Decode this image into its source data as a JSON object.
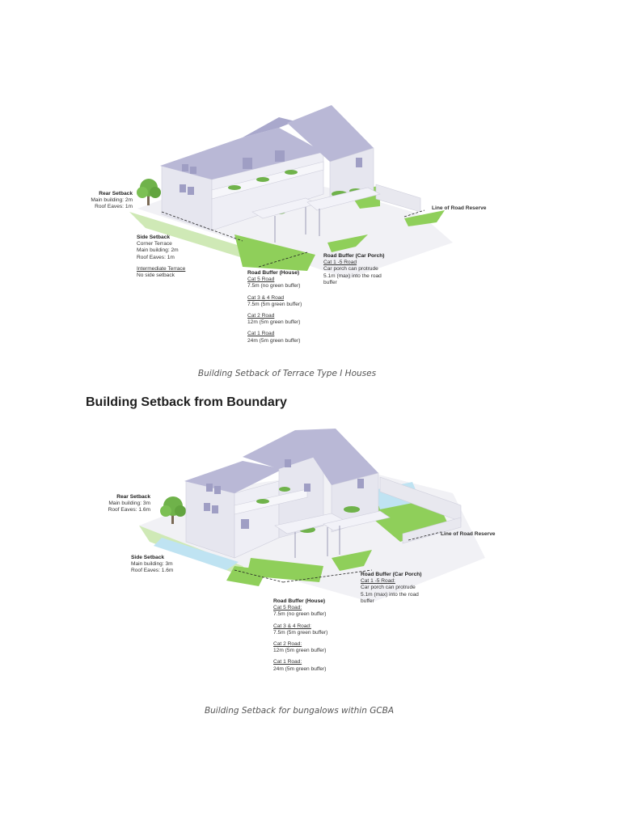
{
  "figure1": {
    "caption": "Building Setback of Terrace Type I Houses",
    "rear_setback": {
      "title": "Rear Setback",
      "main_building": "Main building:  2m",
      "roof_eaves": "Roof Eaves:  1m"
    },
    "side_setback": {
      "title": "Side Setback",
      "corner_terrace": "Corner Terrace",
      "main_building": "Main building:  2m",
      "roof_eaves": "Roof Eaves:  1m",
      "intermediate_terrace": "Intermediate Terrace",
      "no_side_setback": "No side setback"
    },
    "road_buffer_house": {
      "title": "Road Buffer (House)",
      "cat5_label": "Cat 5 Road",
      "cat5_value": "7.5m (no green buffer)",
      "cat34_label": "Cat 3 & 4 Road",
      "cat34_value": "7.5m (5m green buffer)",
      "cat2_label": "Cat  2 Road",
      "cat2_value": "12m (5m green buffer)",
      "cat1_label": "Cat 1 Road",
      "cat1_value": "24m (5m green buffer)"
    },
    "road_buffer_porch": {
      "title": "Road Buffer (Car Porch)",
      "cat_label": "Cat 1 -5 Road",
      "line1": "Car porch can protrude",
      "line2": "5.1m (max) into the road",
      "line3": "buffer"
    },
    "line_of_road_reserve": "Line of Road Reserve"
  },
  "section_heading": "Building Setback from Boundary",
  "figure2": {
    "caption": "Building Setback for bungalows within GCBA",
    "rear_setback": {
      "title": "Rear Setback",
      "main_building": "Main building:  3m",
      "roof_eaves": "Roof Eaves:  1.6m"
    },
    "side_setback": {
      "title": "Side Setback",
      "main_building": "Main building:  3m",
      "roof_eaves": "Roof Eaves:  1.6m"
    },
    "road_buffer_house": {
      "title": "Road Buffer (House)",
      "cat5_label": "Cat 5 Road:",
      "cat5_value": "7.5m (no green buffer)",
      "cat34_label": "Cat 3 & 4 Road:",
      "cat34_value": "7.5m (5m green buffer)",
      "cat2_label": "Cat  2 Road:",
      "cat2_value": "12m (5m green buffer)",
      "cat1_label": "Cat 1 Road:",
      "cat1_value": "24m (5m green buffer)"
    },
    "road_buffer_porch": {
      "title": "Road Buffer (Car Porch)",
      "cat_label": "Cat 1 -5 Road:",
      "line1": "Car porch can protrude",
      "line2": "5.1m (max) into the road",
      "line3": "buffer"
    },
    "line_of_road_reserve": "Line of Road Reserve"
  },
  "colors": {
    "roof": "#b9b8d6",
    "roof_dark": "#9f9ec4",
    "wall": "#e6e6ef",
    "wall_shade": "#d2d2e0",
    "grass": "#8fcf5a",
    "grass_light": "#cfe9b6",
    "pool": "#bfe3f2",
    "tree": "#6fb24a"
  }
}
